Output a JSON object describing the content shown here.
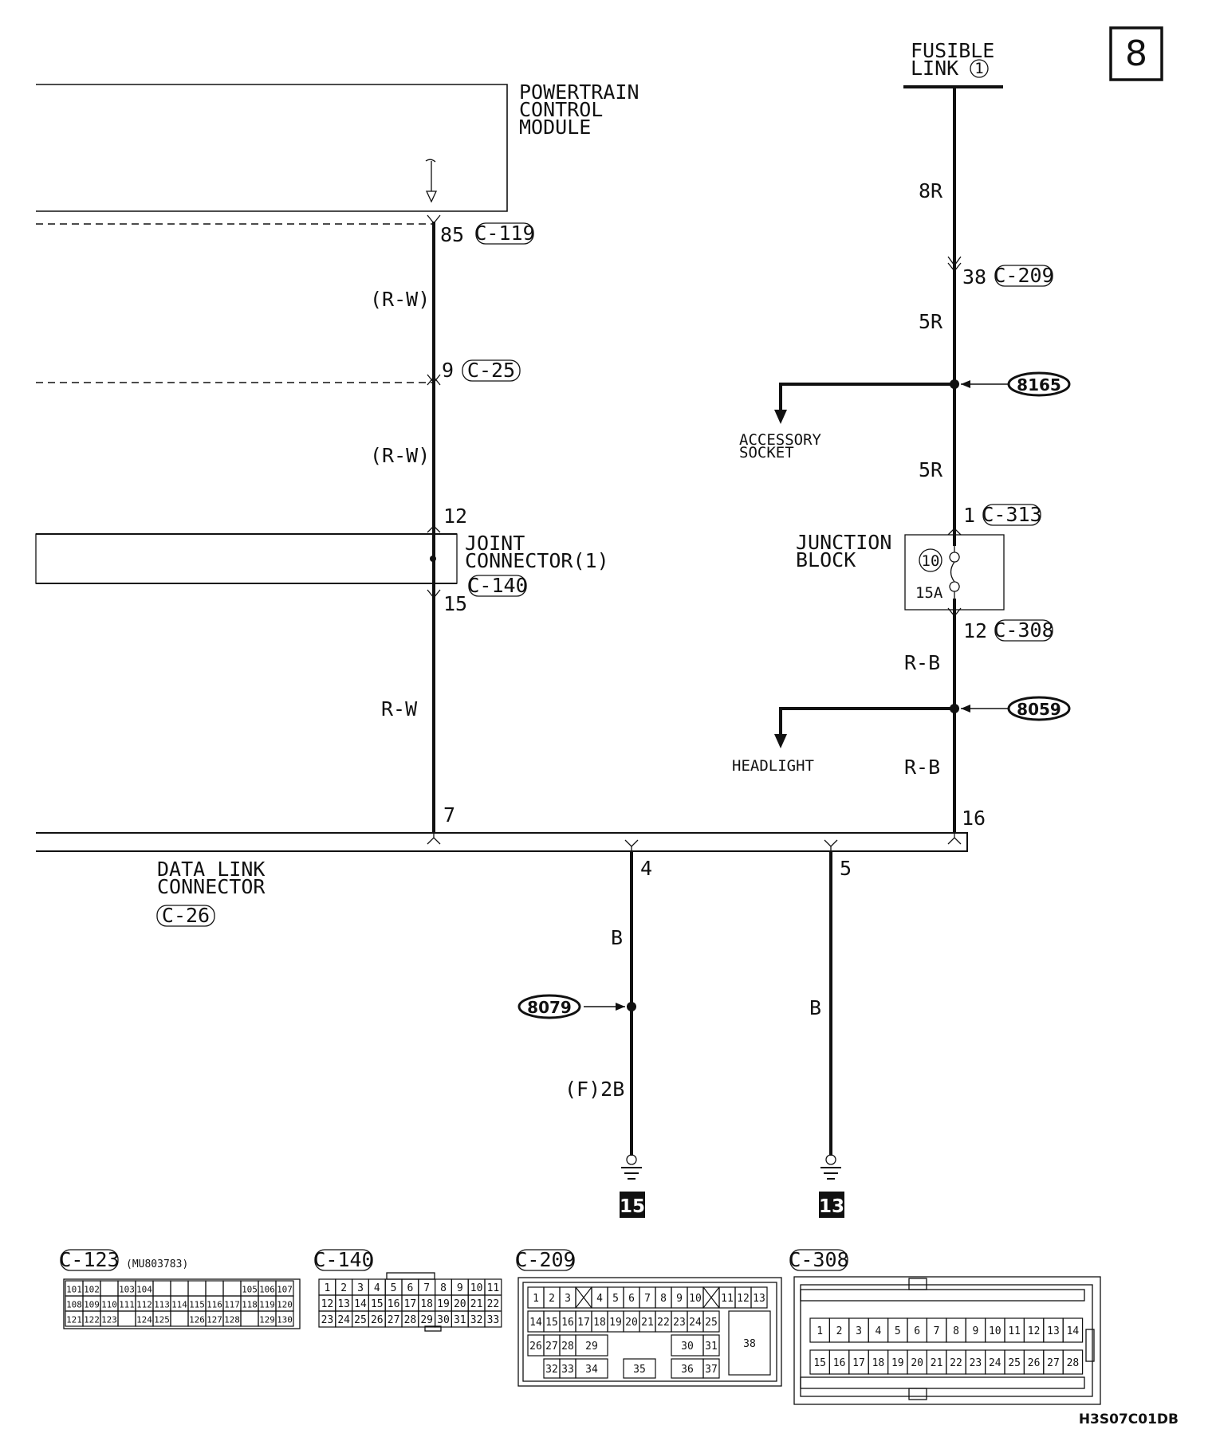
{
  "page_number": "8",
  "modules": {
    "pcm": {
      "line1": "POWERTRAIN",
      "line2": "CONTROL",
      "line3": "MODULE"
    },
    "fusible_link": {
      "line1": "FUSIBLE",
      "line2": "LINK",
      "num": "1"
    },
    "joint_connector": {
      "line1": "JOINT",
      "line2": "CONNECTOR(1)",
      "code": "C-140"
    },
    "junction_block": {
      "line1": "JUNCTION",
      "line2": "BLOCK",
      "fuse_num": "10",
      "fuse_rating": "15A"
    },
    "dlc": {
      "line1": "DATA LINK",
      "line2": "CONNECTOR",
      "code": "C-26"
    }
  },
  "pins": {
    "p85": "85",
    "c119": "C-119",
    "p9": "9",
    "c25": "C-25",
    "p12": "12",
    "p15": "15",
    "p7": "7",
    "p38": "38",
    "c209": "C-209",
    "p1": "1",
    "c313": "C-313",
    "p12b": "12",
    "c308": "C-308",
    "p16": "16",
    "p4": "4",
    "p5": "5"
  },
  "wires": {
    "rw1": "(R-W)",
    "rw2": "(R-W)",
    "rw3": "R-W",
    "r8": "8R",
    "r5a": "5R",
    "r5b": "5R",
    "rb1": "R-B",
    "rb2": "R-B",
    "b1": "B",
    "b2": "B",
    "f2b": "(F)2B"
  },
  "splices": {
    "s8165": "8165",
    "s8059": "8059",
    "s8079": "8079"
  },
  "branches": {
    "accessory1": "ACCESSORY",
    "accessory2": "SOCKET",
    "headlight": "HEADLIGHT"
  },
  "grounds": {
    "g15": "15",
    "g13": "13"
  },
  "connector_views": {
    "c123": {
      "code": "C-123",
      "part": "(MU803783)",
      "rows": [
        [
          "101",
          "102",
          "",
          "103",
          "104",
          "",
          "",
          "",
          "",
          "",
          "105",
          "106",
          "107"
        ],
        [
          "108",
          "109",
          "110",
          "111",
          "112",
          "113",
          "114",
          "115",
          "116",
          "117",
          "118",
          "119",
          "120"
        ],
        [
          "121",
          "122",
          "123",
          "",
          "124",
          "125",
          "",
          "126",
          "127",
          "128",
          "",
          "129",
          "130"
        ]
      ]
    },
    "c140": {
      "code": "C-140",
      "rows": [
        [
          "1",
          "2",
          "3",
          "4",
          "5",
          "6",
          "7",
          "8",
          "9",
          "10",
          "11"
        ],
        [
          "12",
          "13",
          "14",
          "15",
          "16",
          "17",
          "18",
          "19",
          "20",
          "21",
          "22"
        ],
        [
          "23",
          "24",
          "25",
          "26",
          "27",
          "28",
          "29",
          "30",
          "31",
          "32",
          "33"
        ]
      ]
    },
    "c209": {
      "code": "C-209",
      "row1": [
        "1",
        "2",
        "3",
        "X",
        "4",
        "5",
        "6",
        "7",
        "8",
        "9",
        "10",
        "X",
        "11",
        "12",
        "13"
      ],
      "row2": [
        "14",
        "15",
        "16",
        "17",
        "18",
        "19",
        "20",
        "21",
        "22",
        "23",
        "24",
        "25"
      ],
      "row3": [
        "26",
        "27",
        "28",
        "29",
        "30",
        "31"
      ],
      "row4": [
        "32",
        "33",
        "34",
        "35",
        "36",
        "37"
      ],
      "big": "38"
    },
    "c308": {
      "code": "C-308",
      "row1": [
        "1",
        "2",
        "3",
        "4",
        "5",
        "6",
        "7",
        "8",
        "9",
        "10",
        "11",
        "12",
        "13",
        "14"
      ],
      "row2": [
        "15",
        "16",
        "17",
        "18",
        "19",
        "20",
        "21",
        "22",
        "23",
        "24",
        "25",
        "26",
        "27",
        "28"
      ]
    }
  },
  "drawing_id": "H3S07C01DB"
}
